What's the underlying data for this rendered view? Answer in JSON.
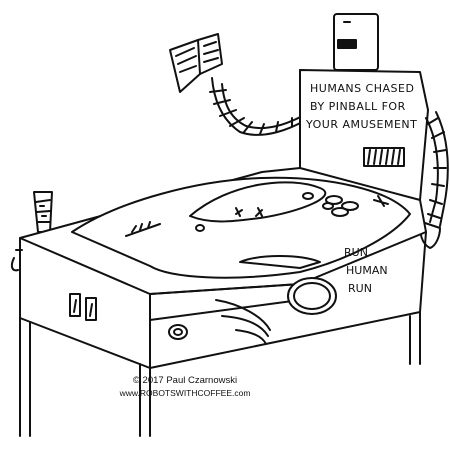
{
  "backglass": {
    "line1": "HUMANS CHASED",
    "line2": "BY PINBALL FOR",
    "line3": "YOUR AMUSEMENT"
  },
  "side_text": {
    "line1": "RUN",
    "line2": "HUMAN",
    "line3": "RUN"
  },
  "credit": {
    "copyright": "© 2017 Paul Czarnowski",
    "website": "www.ROBOTSWITHCOFFEE.com"
  },
  "icons": [
    "robot-head-icon",
    "book-icon",
    "drink-glass-icon",
    "coin-slot-icon",
    "plunger-icon",
    "score-display-icon"
  ]
}
